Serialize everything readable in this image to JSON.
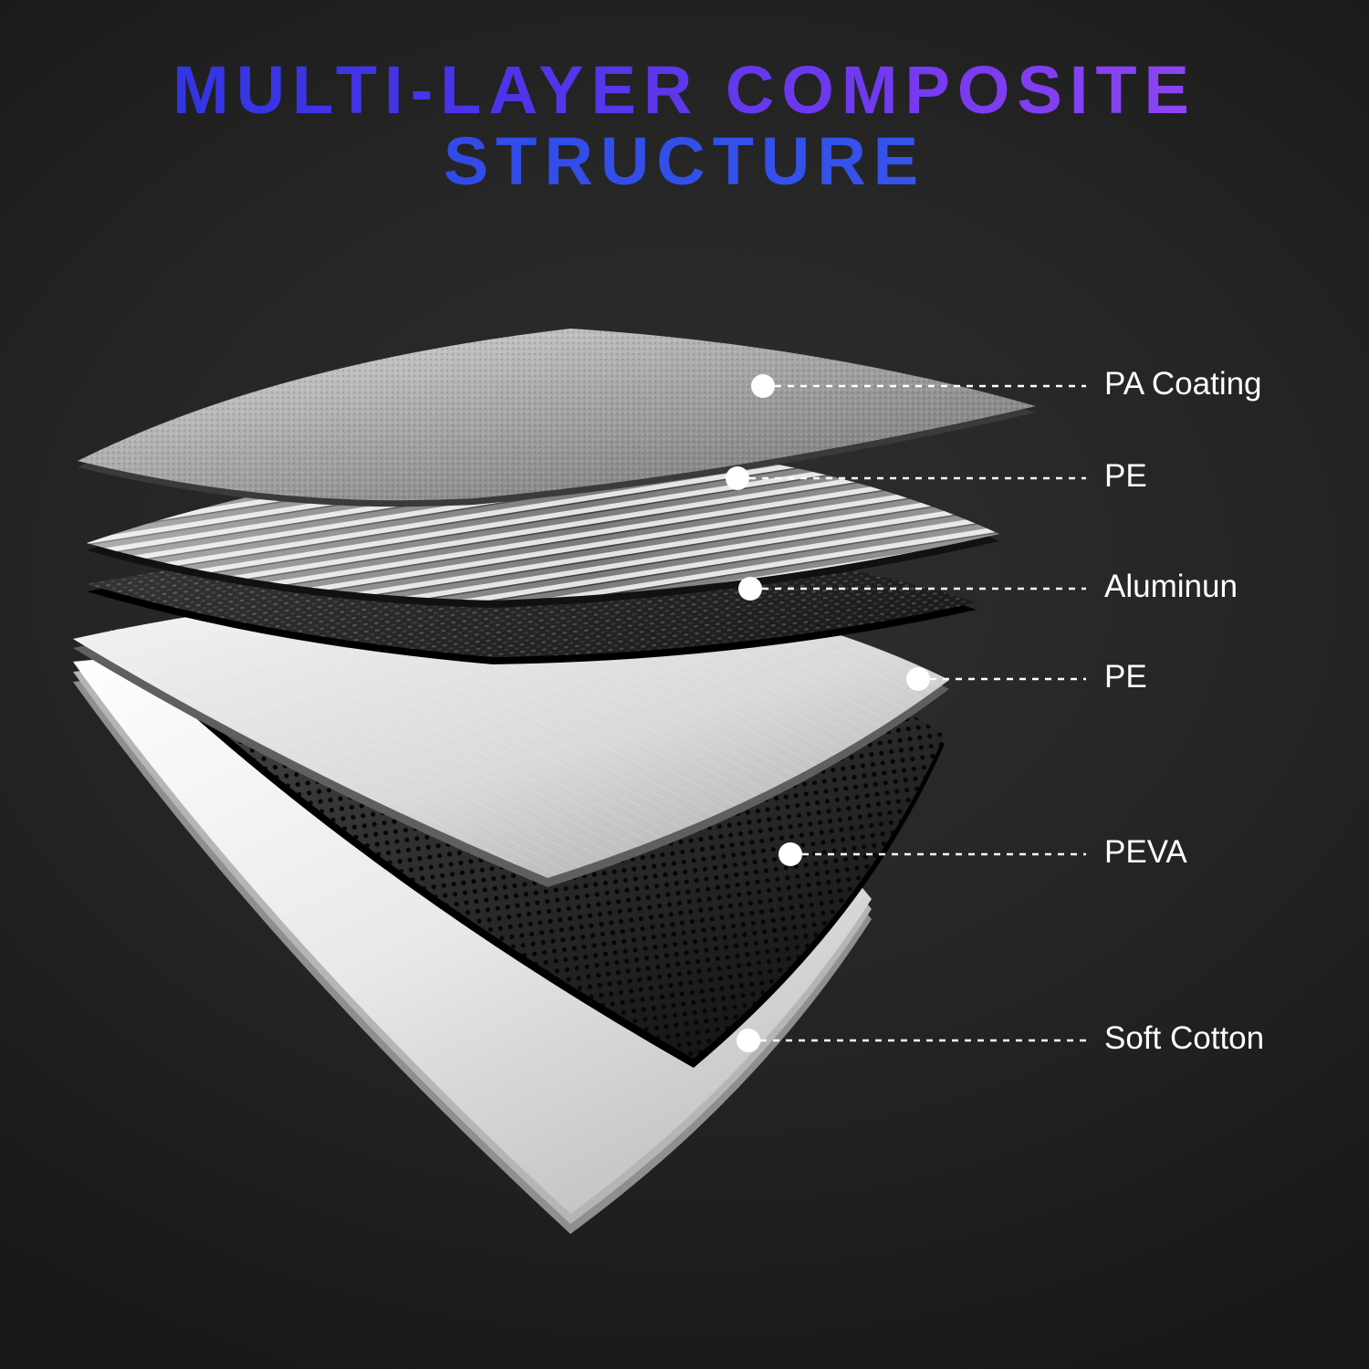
{
  "title": {
    "line1": "MULTI-LAYER COMPOSITE",
    "line2": "STRUCTURE"
  },
  "layers": [
    {
      "label": "PA Coating"
    },
    {
      "label": "PE"
    },
    {
      "label": "Aluminun"
    },
    {
      "label": "PE"
    },
    {
      "label": "PEVA"
    },
    {
      "label": "Soft Cotton"
    }
  ],
  "colors": {
    "background": "#242424",
    "title_blue": "#2336e0",
    "title_purple": "#9a4cf5",
    "label_text": "#ffffff",
    "leader_line": "#ffffff",
    "pa_coating_gray": "#a8a8a8",
    "pe_stripe_light": "#e4e4e4",
    "aluminum_dark": "#232323",
    "pe_white": "#e6e6e6",
    "peva_black": "#1a1a1a",
    "soft_cotton_white": "#f4f4f4"
  }
}
